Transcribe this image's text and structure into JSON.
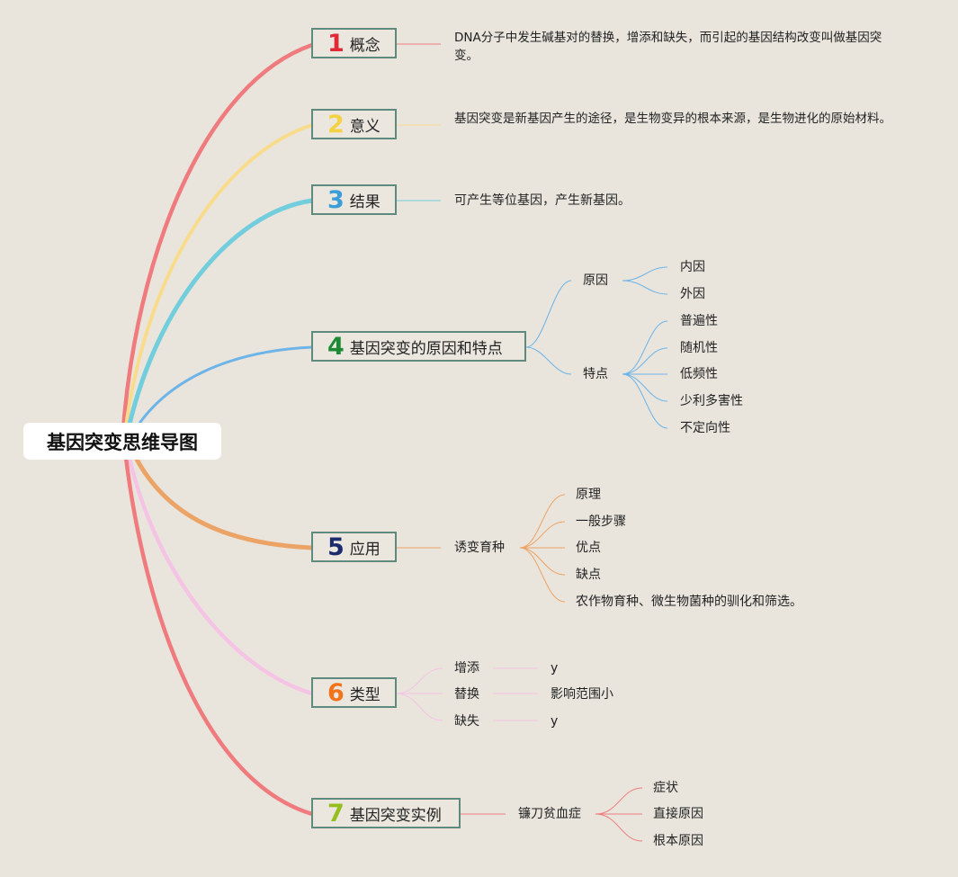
{
  "title": "基因突变思维导图",
  "colors": {
    "c1": "#ef7b7e",
    "c2": "#f8dc8c",
    "c3": "#72cddc",
    "c4": "#6db4e8",
    "c5": "#eca466",
    "c6": "#f5c4e4",
    "c7": "#ef7b7e",
    "n1": "#e02a36",
    "n2": "#f4d243",
    "n3": "#3b9ed8",
    "n4": "#1f8a36",
    "n5": "#1c2a6e",
    "n6": "#f2731a",
    "n7": "#96be1f"
  },
  "topics": [
    {
      "num": "1",
      "label": "概念",
      "desc": "DNA分子中发生碱基对的替换，增添和缺失，而引起的基因结构改变叫做基因突变。"
    },
    {
      "num": "2",
      "label": "意义",
      "desc": "基因突变是新基因产生的途径，是生物变异的根本来源，是生物进化的原始材料。"
    },
    {
      "num": "3",
      "label": "结果",
      "desc": "可产生等位基因，产生新基因。"
    },
    {
      "num": "4",
      "label": "基因突变的原因和特点",
      "reason": {
        "label": "原因",
        "items": [
          "内因",
          "外因"
        ]
      },
      "feature": {
        "label": "特点",
        "items": [
          "普遍性",
          "随机性",
          "低频性",
          "少利多害性",
          "不定向性"
        ]
      }
    },
    {
      "num": "5",
      "label": "应用",
      "method": "诱变育种",
      "items": [
        "原理",
        "一般步骤",
        "优点",
        "缺点",
        "农作物育种、微生物菌种的驯化和筛选。"
      ]
    },
    {
      "num": "6",
      "label": "类型",
      "items": [
        {
          "label": "增添",
          "note": "y"
        },
        {
          "label": "替换",
          "note": "影响范围小"
        },
        {
          "label": "缺失",
          "note": "y"
        }
      ]
    },
    {
      "num": "7",
      "label": "基因突变实例",
      "example": "镰刀贫血症",
      "items": [
        "症状",
        "直接原因",
        "根本原因"
      ]
    }
  ]
}
